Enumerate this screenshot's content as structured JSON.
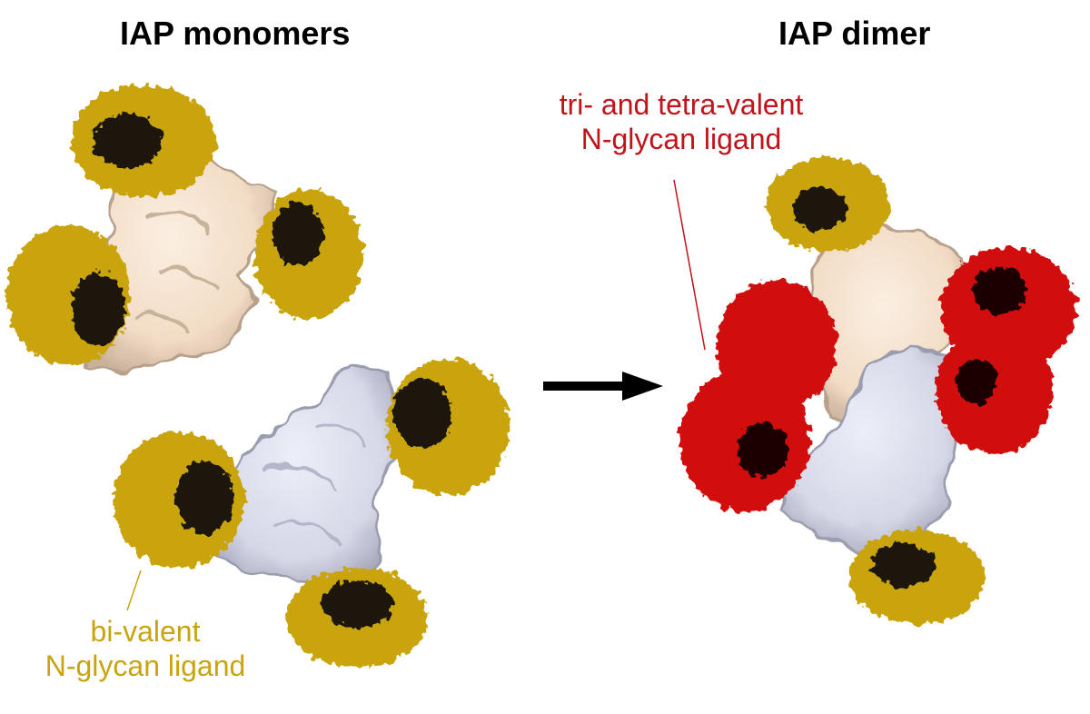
{
  "titles": {
    "monomers": "IAP monomers",
    "dimer": "IAP dimer"
  },
  "labels": {
    "multi_valent_line1": "tri- and tetra-valent",
    "multi_valent_line2": "N-glycan ligand",
    "bi_valent_line1": "bi-valent",
    "bi_valent_line2": "N-glycan ligand"
  },
  "colors": {
    "bi_valent_glycan": "#c9a410",
    "multi_valent_glycan": "#d10f0f",
    "glycan_core": "#111111",
    "monomer_a_surface": "#f5dfc8",
    "monomer_b_surface": "#d8daea",
    "arrow": "#000000",
    "multi_valent_label": "#c0131a",
    "bi_valent_label": "#c9a410"
  }
}
